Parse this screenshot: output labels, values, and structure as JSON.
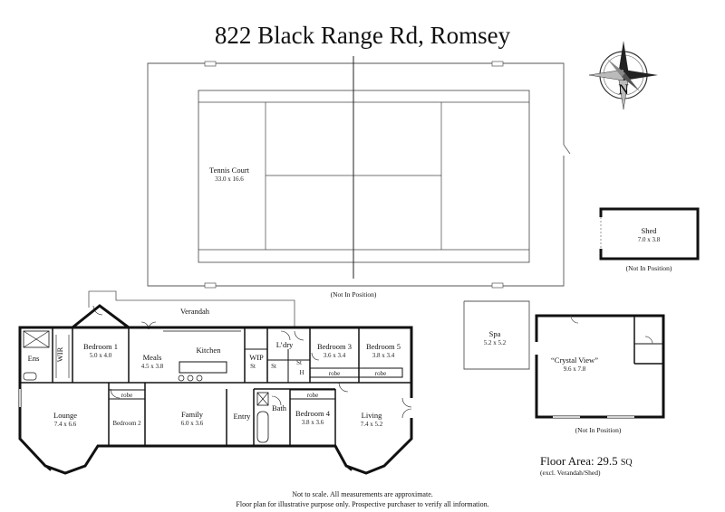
{
  "title": "822 Black Range Rd, Romsey",
  "tennis_court": {
    "name": "Tennis Court",
    "dims": "33.0 x 16.6",
    "note": "(Not In Position)"
  },
  "shed": {
    "name": "Shed",
    "dims": "7.0 x 3.8",
    "note": "(Not In Position)"
  },
  "spa": {
    "name": "Spa",
    "dims": "5.2 x 5.2"
  },
  "crystal_view": {
    "name": "“Crystal View”",
    "dims": "9.6 x 7.8",
    "note": "(Not In Position)"
  },
  "verandah": "Verandah",
  "rooms": {
    "ens": "Ens",
    "wir": "WIR",
    "bedroom1": {
      "name": "Bedroom 1",
      "dims": "5.0 x 4.0"
    },
    "meals": {
      "name": "Meals",
      "dims": "4.5 x 3.8"
    },
    "kitchen": "Kitchen",
    "wip": "WIP",
    "laundry": "L’dry",
    "st1": "St",
    "st2": "St",
    "st3": "St",
    "h": "H",
    "bedroom3": {
      "name": "Bedroom 3",
      "dims": "3.6 x 3.4"
    },
    "bedroom5": {
      "name": "Bedroom 5",
      "dims": "3.8 x 3.4"
    },
    "robe1": "robe",
    "robe2": "robe",
    "robe3": "robe",
    "robe4": "robe",
    "lounge": {
      "name": "Lounge",
      "dims": "7.4 x 6.6"
    },
    "bedroom2": "Bedroom 2",
    "family": {
      "name": "Family",
      "dims": "6.0 x 3.6"
    },
    "entry": "Entry",
    "bath": "Bath",
    "bedroom4": {
      "name": "Bedroom 4",
      "dims": "3.8 x 3.6"
    },
    "living": {
      "name": "Living",
      "dims": "7.4 x 5.2"
    }
  },
  "house_note": "(Not In Position)",
  "compass_letter": "N",
  "floor_area": {
    "label": "Floor Area: 29.5",
    "unit": "SQ",
    "note": "(excl. Verandah/Shed)"
  },
  "footer": {
    "line1": "Not to scale. All measurements are approximate.",
    "line2": "Floor plan for illustrative purpose only. Prospective purchaser to verify all information."
  },
  "colors": {
    "wall": "#111111",
    "thin_line": "#444444"
  }
}
